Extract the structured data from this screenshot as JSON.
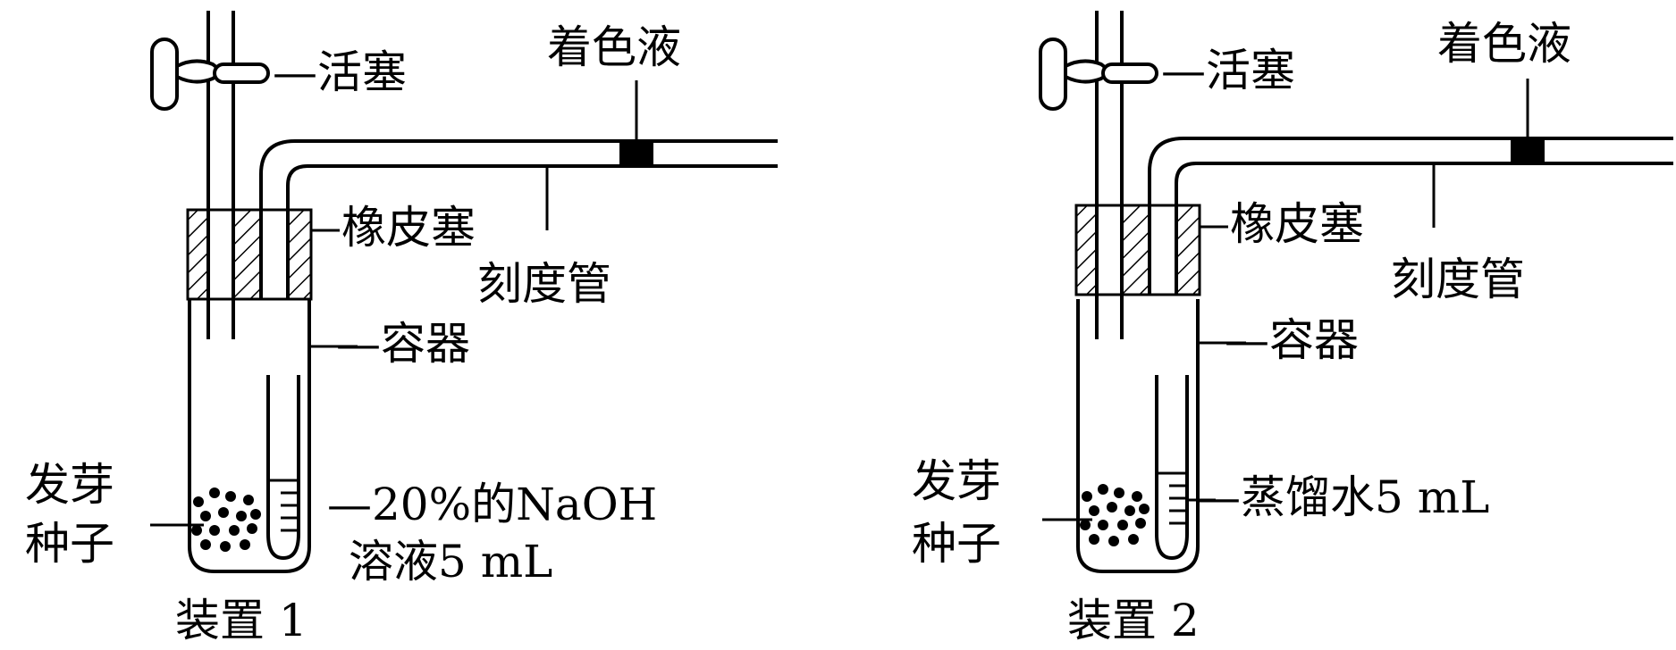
{
  "apparatus": [
    {
      "id": "apparatus-1",
      "caption": "装置 1",
      "labels": {
        "stopcock": "—活塞",
        "colored_liquid": "着色液",
        "rubber_stopper": "橡皮塞",
        "graduated_tube": "刻度管",
        "container": "—容器",
        "seeds_line1": "发芽",
        "seeds_line2": "种子",
        "solution_line1": "—20%的NaOH",
        "solution_line2": "溶液5 mL"
      }
    },
    {
      "id": "apparatus-2",
      "caption": "装置 2",
      "labels": {
        "stopcock": "—活塞",
        "colored_liquid": "着色液",
        "rubber_stopper": "橡皮塞",
        "graduated_tube": "刻度管",
        "container": "—容器",
        "seeds_line1": "发芽",
        "seeds_line2": "种子",
        "solution_line1": "—蒸馏水5 mL",
        "solution_line2": ""
      }
    }
  ]
}
